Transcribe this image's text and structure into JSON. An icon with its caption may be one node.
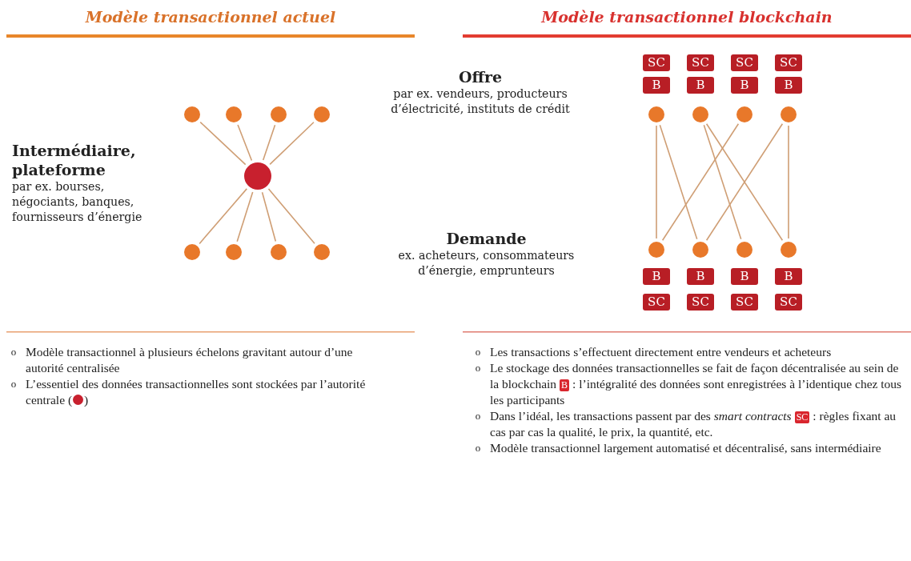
{
  "diagram": {
    "nodes": [
      {
        "text": [],
        "shape": "circle"
      },
      {
        "text": [],
        "shape": "circle"
      },
      {
        "text": [],
        "shape": "circle"
      },
      {
        "text": [],
        "shape": "circle"
      },
      {
        "text": [],
        "shape": "circle",
        "beside": [
          "Intermédiaire, plateforme",
          "par ex. bourses, négociants, banques, fournisseurs d’énergie"
        ]
      },
      {
        "text": [],
        "shape": "circle"
      },
      {
        "text": [],
        "shape": "circle"
      },
      {
        "text": [],
        "shape": "circle"
      },
      {
        "text": [],
        "shape": "circle"
      },
      {
        "text": [
          "SC"
        ]
      },
      {
        "text": [
          "SC"
        ]
      },
      {
        "text": [
          "SC"
        ]
      },
      {
        "text": [
          "SC"
        ]
      },
      {
        "text": [
          "B"
        ]
      },
      {
        "text": [
          "B"
        ]
      },
      {
        "text": [
          "B"
        ]
      },
      {
        "text": [
          "B"
        ]
      },
      {
        "text": [],
        "shape": "circle"
      },
      {
        "text": [],
        "shape": "circle"
      },
      {
        "text": [],
        "shape": "circle"
      },
      {
        "text": [],
        "shape": "circle"
      },
      {
        "text": [],
        "shape": "circle"
      },
      {
        "text": [],
        "shape": "circle"
      },
      {
        "text": [],
        "shape": "circle"
      },
      {
        "text": [],
        "shape": "circle"
      },
      {
        "text": [
          "B"
        ]
      },
      {
        "text": [
          "B"
        ]
      },
      {
        "text": [
          "B"
        ]
      },
      {
        "text": [
          "B"
        ]
      },
      {
        "text": [
          "SC"
        ]
      },
      {
        "text": [
          "SC"
        ]
      },
      {
        "text": [
          "SC"
        ]
      },
      {
        "text": [
          "SC"
        ]
      },
      {
        "text": [
          "B"
        ]
      },
      {
        "text": [
          "SC"
        ]
      }
    ],
    "edges": [
      {
        "from": 0,
        "to": 4,
        "arrow": "none"
      },
      {
        "from": 1,
        "to": 4,
        "arrow": "none"
      },
      {
        "from": 2,
        "to": 4,
        "arrow": "none"
      },
      {
        "from": 3,
        "to": 4,
        "arrow": "none"
      },
      {
        "from": 4,
        "to": 5,
        "arrow": "none"
      },
      {
        "from": 4,
        "to": 6,
        "arrow": "none"
      },
      {
        "from": 4,
        "to": 7,
        "arrow": "none"
      },
      {
        "from": 4,
        "to": 8,
        "arrow": "none"
      },
      {
        "from": 17,
        "to": 21,
        "arrow": "none"
      },
      {
        "from": 17,
        "to": 22,
        "arrow": "none"
      },
      {
        "from": 18,
        "to": 23,
        "arrow": "none"
      },
      {
        "from": 18,
        "to": 24,
        "arrow": "none"
      },
      {
        "from": 19,
        "to": 21,
        "arrow": "none"
      },
      {
        "from": 20,
        "to": 22,
        "arrow": "none"
      },
      {
        "from": 20,
        "to": 24,
        "arrow": "none"
      }
    ],
    "labels": [
      "Modèle transactionnel actuel",
      "Modèle transactionnel blockchain",
      "Offre",
      "par ex. vendeurs, producteurs d’électricité, instituts de crédit",
      "Demande",
      "ex. acheteurs, consommateurs d’énergie, emprunteurs",
      "Modèle transactionnel à plusieurs échelons gravitant autour d’une autorité centralisée",
      "L’essentiel des données transactionnelles sont stockées par l’autorité centrale (",
      ")",
      "Les transactions s’effectuent directement entre vendeurs et acheteurs",
      "Le stockage des données transactionnelles se fait de façon décentralisée au sein de la blockchain",
      ": l’intégralité des données sont enregistrées à l’identique chez tous les participants",
      "Dans l’idéal, les transactions passent par des *smart contracts*",
      ": règles fixant au cas par cas la qualité, le prix, la quantité, etc.",
      "Modèle transactionnel largement automatisé et décentralisé, sans intermédiaire",
      "o",
      "o",
      "o",
      "o",
      "o",
      "o"
    ]
  }
}
